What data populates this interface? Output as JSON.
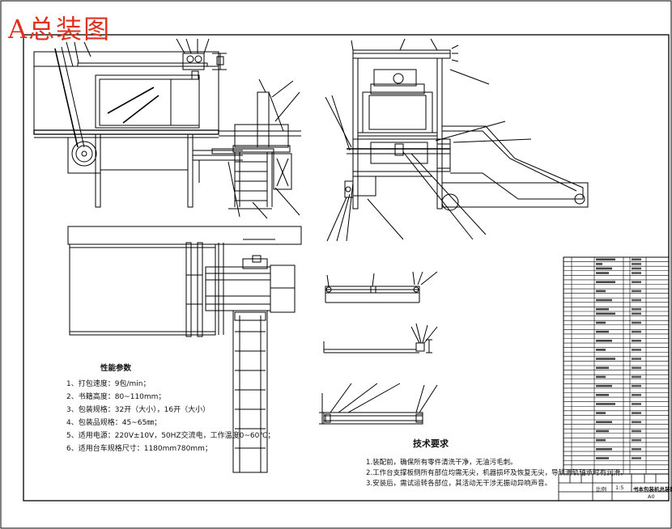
{
  "title": "A总装图",
  "performance": {
    "heading": "性能参数",
    "items": [
      "1、打包速度：9包/min；",
      "2、书籍高度：80~110mm；",
      "3、包装规格：32开（大小），16开（大小）",
      "4、包装品规格：45~65㎜；",
      "5、适用电源：220V±10V，50HZ交流电，工作温度0~60℃；",
      "6、适用台车规格尺寸：1180mm780mm；"
    ]
  },
  "technical": {
    "heading": "技术要求",
    "items": [
      "1.装配前，确保所有零件清洗干净，无油污毛刺。",
      "2.工作台支撑板侧所有部位均需无尖，机器损坏及恢复无尖，导轨滑轨轴承时有润滑。",
      "3.安装后，需试运转各部位，其活动无干涉无振动异响声音。"
    ]
  },
  "title_block": {
    "cells": [
      "比例",
      "1:5",
      "书本包装机总装图"
    ],
    "sheet": "A0"
  }
}
